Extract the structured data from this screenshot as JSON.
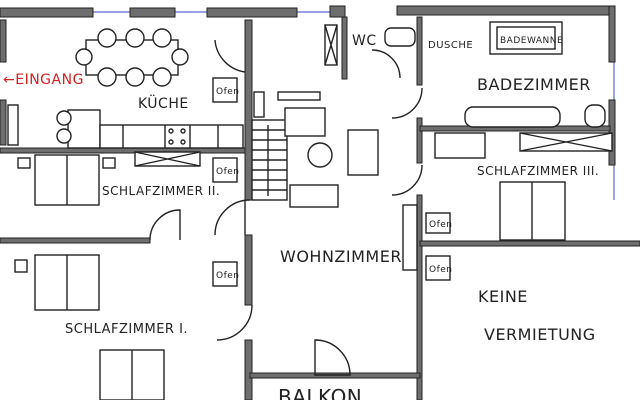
{
  "plan": {
    "entrance": "←EINGANG",
    "rooms": {
      "kitchen": "KÜCHE",
      "bedroom_2": "SCHLAFZIMMER II.",
      "bedroom_1": "SCHLAFZIMMER I.",
      "wc": "WC",
      "shower": "DUSCHE",
      "bathtub": "BADEWANNE",
      "bathroom": "BADEZIMMER",
      "bedroom_3": "SCHLAFZIMMER III.",
      "living_room": "WOHNZIMMER",
      "not_for_rent_1": "KEINE",
      "not_for_rent_2": "VERMIETUNG",
      "balcony": "BALKON"
    },
    "stove_label": "Ofen",
    "colors": {
      "wall": "#6e6e6e",
      "entrance": "#d42020",
      "window": "#5a6ad0"
    }
  }
}
